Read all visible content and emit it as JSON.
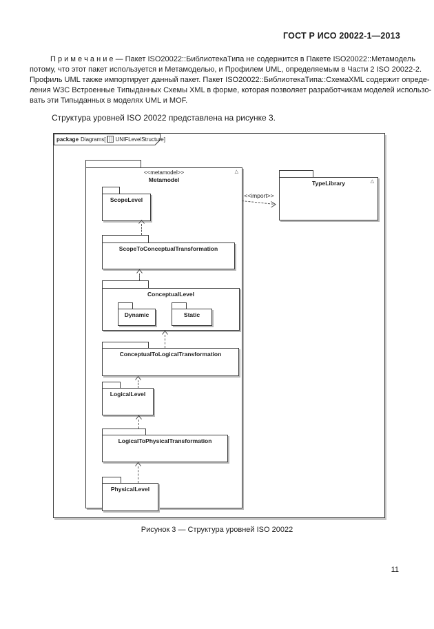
{
  "header": {
    "title": "ГОСТ Р ИСО 20022-1—2013"
  },
  "note": {
    "lines": [
      "П р и м е ч а н и е —  Пакет ISO20022::БиблиотекаТипа не содержится в Пакете ISO20022::Метамодель",
      "потому, что этот пакет используется и Метамоделью, и Профилем UML, определяемым в Части 2 ISO 20022-2.",
      "Профиль UML также импортирует данный пакет. Пакет ISO20022::БиблиотекаТипа::СхемаXML содержит опреде-",
      "ления W3C Встроенные Типыданных Схемы XML в форме, которая позволяет разработчикам моделей использо-",
      "вать эти Типыданных в моделях UML и MOF."
    ]
  },
  "intro_text": "Структура уровней ISO 20022 представлена на рисунке 3.",
  "diagram": {
    "frame_tab": {
      "keyword": "package",
      "context": "Diagrams[",
      "diagram_ref": "UNIFLevelStructure",
      "bracket_close": "]"
    },
    "metamodel": {
      "stereotype": "<<metamodel>>",
      "name": "Metamodel",
      "expand_marker": "△"
    },
    "type_library": {
      "name": "TypeLibrary",
      "expand_marker": "△"
    },
    "import_label": "<<import>>",
    "levels": {
      "scope": "ScopeLevel",
      "scope_to_conceptual": "ScopeToConceptualTransformation",
      "conceptual": "ConceptualLevel",
      "dynamic": "Dynamic",
      "static": "Static",
      "conceptual_to_logical": "ConceptualToLogicalTransformation",
      "logical": "LogicalLevel",
      "logical_to_physical": "LogicalToPhysicalTransformation",
      "physical": "PhysicalLevel"
    }
  },
  "figure_caption": "Рисунок 3 — Структура уровней ISO 20022",
  "page_number": "11",
  "colors": {
    "line": "#3c3c3c",
    "shadow": "#b8b8b8",
    "text": "#1c1c1c"
  }
}
